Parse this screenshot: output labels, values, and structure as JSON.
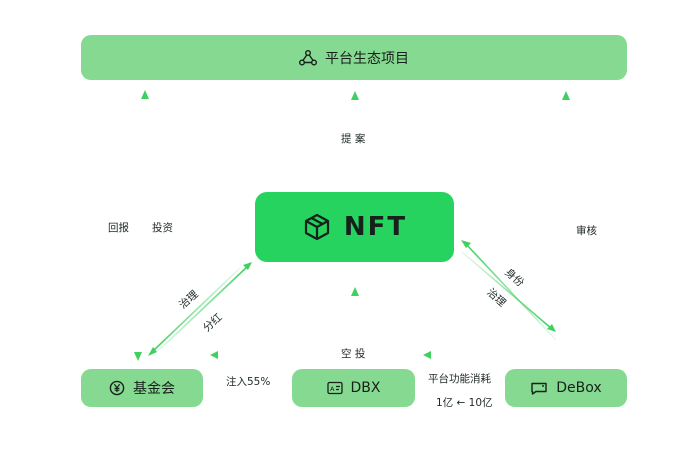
{
  "nodes": {
    "top": "平台生态项目",
    "nft": "NFT",
    "fund": "基金会",
    "dbx": "DBX",
    "debox": "DeBox"
  },
  "icons": {
    "top": "triangle-nodes-icon",
    "nft": "cube-icon",
    "fund": "yen-circle-icon",
    "dbx": "id-card-icon",
    "debox": "chat-box-icon"
  },
  "labels": {
    "return": "回报",
    "invest": "投资",
    "proposal": "提 案",
    "review": "审核",
    "governance_left": "治理",
    "dividend": "分红",
    "identity": "身份",
    "governance_right": "治理",
    "airdrop": "空 投",
    "inject": "注入55%",
    "consume": "平台功能消耗",
    "range": "1亿 ← 10亿"
  },
  "colors": {
    "node_fill": "#86d990",
    "nft_fill": "#27d35f",
    "arrow": "#3fd060"
  }
}
